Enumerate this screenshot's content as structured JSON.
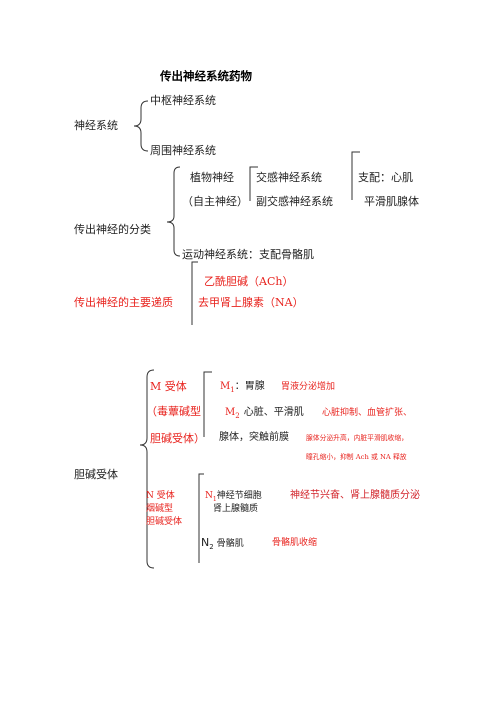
{
  "title": "传出神经系统药物",
  "sec1": {
    "root": "神经系统",
    "branch1": "中枢神经系统",
    "branch2": "周围神经系统"
  },
  "sec2": {
    "root": "传出神经的分类",
    "auto_line1": "植物神经",
    "auto_line2": "（自主神经）",
    "sympathetic": "交感神经系统",
    "parasympathetic": "副交感神经系统",
    "innervation_line1": "支配：心肌",
    "innervation_line2": "平滑肌腺体",
    "somatic": "运动神经系统：支配骨骼肌"
  },
  "sec3": {
    "root": "传出神经的主要递质",
    "ach": "乙酰胆碱（ACh）",
    "na": "去甲肾上腺素（NA）"
  },
  "sec4": {
    "root": "胆碱受体",
    "m_line1": "M 受体",
    "m_line2": "（毒蕈碱型",
    "m_line3": "胆碱受体）",
    "m1_prefix": "M",
    "m1_sub": "1",
    "m1_tissue": "：胃腺",
    "m1_effect": "胃液分泌增加",
    "m2_prefix": "M",
    "m2_sub": "2",
    "m2_tissue": "心脏、平滑肌",
    "m2_effect": "心脏抑制、血管扩张、",
    "m3_tissue": "腺体，突触前膜",
    "m3_effect_line1": "腺体分泌升高，内脏平滑肌收缩，",
    "m3_effect_line2": "瞳孔缩小，抑制 Ach 或 NA 释放",
    "n_line1": "N 受体",
    "n_line2": "烟碱型",
    "n_line3": "胆碱受体",
    "n1_prefix": "N",
    "n1_sub": "1",
    "n1_tissue": "神经节细胞",
    "n1_tissue2": "肾上腺髓质",
    "n1_effect": "神经节兴奋、肾上腺髓质分泌",
    "n2_prefix": "N",
    "n2_sub": "2",
    "n2_tissue": "骨骼肌",
    "n2_effect": "骨骼肌收缩"
  }
}
